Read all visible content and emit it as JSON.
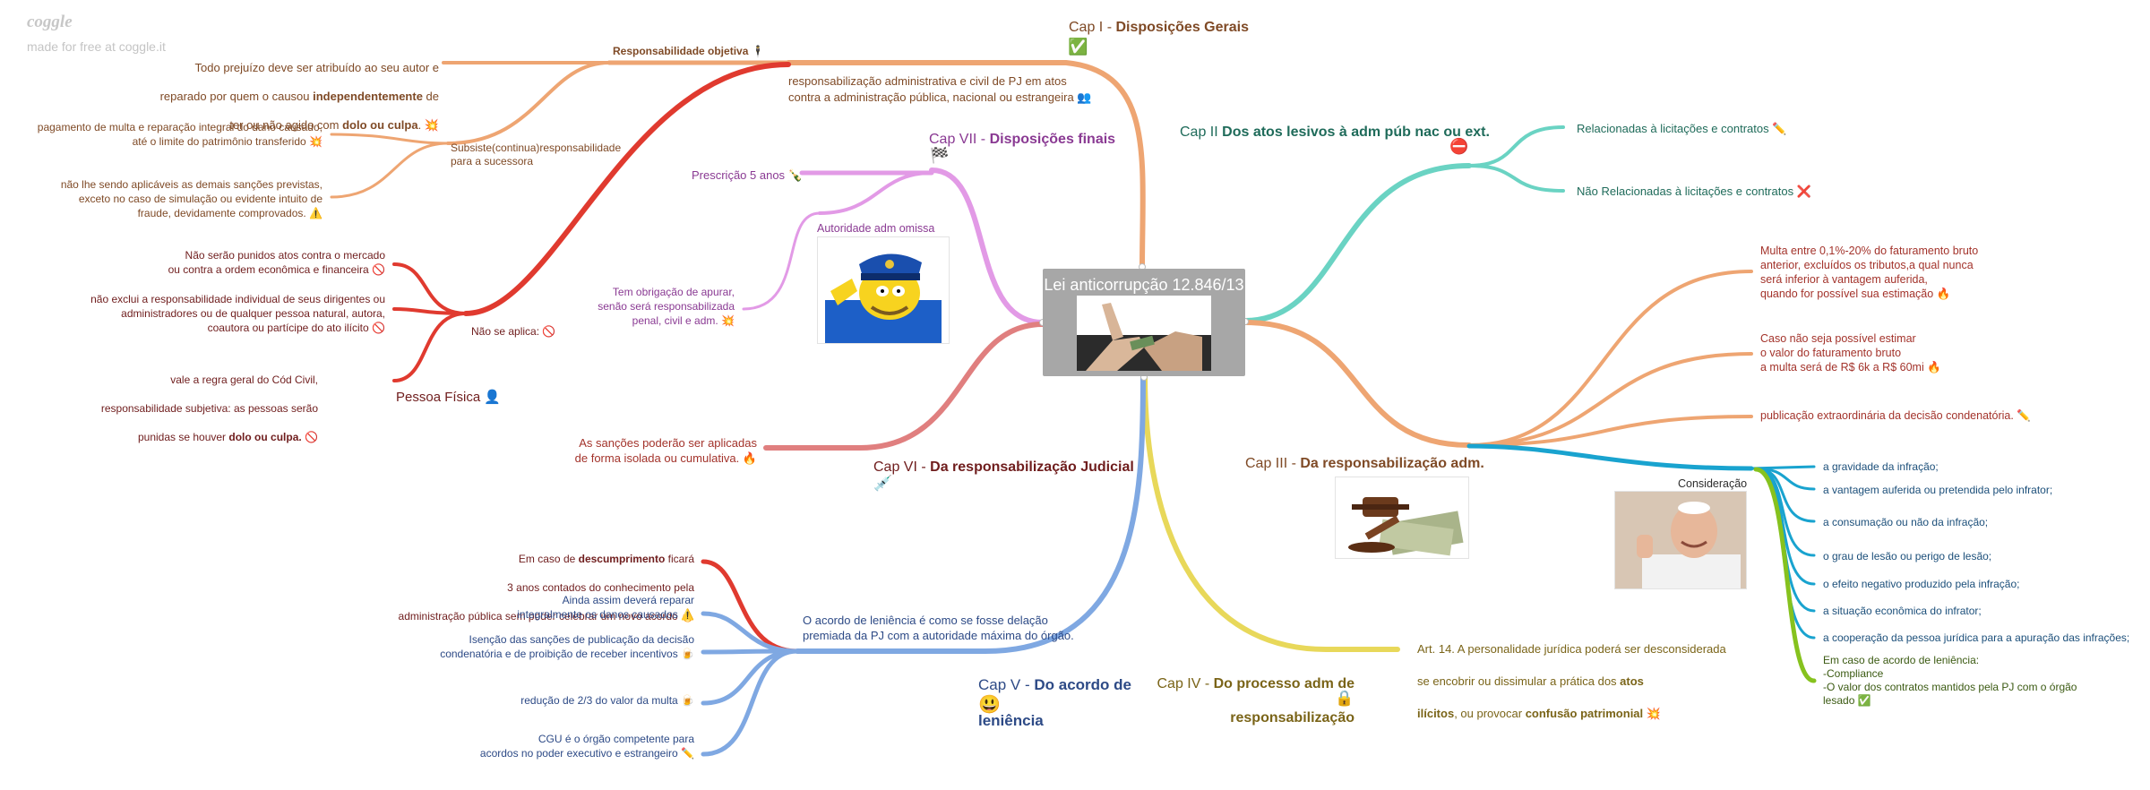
{
  "brand": {
    "name": "coggle",
    "subtitle": "made for free at coggle.it"
  },
  "central": {
    "title": "Lei anticorrupção 12.846/13"
  },
  "colors": {
    "cap1": "#eea572",
    "cap2": "#6ad3c3",
    "cap3": "#eea572",
    "cap3_branch": "#19a3cf",
    "cap4": "#e8d85a",
    "cap5": "#7fa8e2",
    "cap6": "#e07f7f",
    "cap7": "#e29ae6",
    "red": "#e03a2f",
    "green": "#86c21e",
    "text_brown": "#7f4a26",
    "text_teal": "#1f6b5a",
    "text_purple": "#8a3a93",
    "text_blue": "#2d4a86",
    "text_olive": "#7a6418",
    "text_dark_red": "#6f1d1d",
    "text_red": "#a3332b"
  },
  "cap1": {
    "prefix": "Cap I - ",
    "title": "Disposições Gerais",
    "emoji": "✅",
    "resp_objetiva": "Responsabilidade objetiva",
    "resp_objetiva_emoji": "🕴",
    "prejuizo_l1": "Todo prejuízo deve ser atribuído ao seu autor e",
    "prejuizo_l2_a": "reparado por quem o causou ",
    "prejuizo_l2_b": "independentemente",
    "prejuizo_l2_c": " de",
    "prejuizo_l3_a": "ter ou não agido com ",
    "prejuizo_l3_b": "dolo ou culpa",
    "prejuizo_l3_c": ". ",
    "prejuizo_emoji": "💥",
    "pj_adm": "responsabilização administrativa e civil de PJ em atos\ncontra a administração pública, nacional ou estrangeira",
    "pj_adm_emoji": "👥",
    "subsiste": "Subsiste(continua)responsabilidade\npara a sucessora",
    "multa": "pagamento de multa e reparação integral do dano causado,\naté o limite do patrimônio transferido",
    "multa_emoji": "💥",
    "sancoes": "não lhe sendo aplicáveis as demais sanções previstas,\nexceto no caso de simulação ou evidente intuito de\nfraude, devidamente comprovados.",
    "sancoes_emoji": "⚠️",
    "nao_aplica": "Não se aplica:",
    "nao_aplica_emoji": "🚫",
    "nao_punidos": "Não serão punidos atos contra o mercado\nou contra a ordem econômica e financeira",
    "nao_punidos_emoji": "🚫",
    "nao_exclui": "não exclui a responsabilidade individual de seus dirigentes ou\nadministradores ou de qualquer pessoa natural, autora,\ncoautora ou partícipe do ato ilícito",
    "nao_exclui_emoji": "🚫",
    "vale_l1": "vale a regra geral do Cód Civil,",
    "vale_l2": "responsabilidade subjetiva: as pessoas serão",
    "vale_l3_a": "punidas se houver ",
    "vale_l3_b": "dolo ou culpa.",
    "vale_emoji": "🚫",
    "pessoa_fisica": "Pessoa Física",
    "pessoa_fisica_emoji": "👤"
  },
  "cap2": {
    "prefix": "Cap II ",
    "title": "Dos atos lesivos à adm púb nac ou ext.",
    "emoji": "⛔",
    "relacionadas": "Relacionadas à licitações e contratos",
    "relacionadas_emoji": "✏️",
    "nao_relacionadas": "Não Relacionadas à licitações e contratos",
    "nao_relacionadas_emoji": "❌"
  },
  "cap3": {
    "prefix": "Cap III - ",
    "title": "Da responsabilização adm.",
    "multa": "Multa entre 0,1%-20% do faturamento bruto\nanterior, excluídos os tributos,a qual nunca\nserá inferior à vantagem auferida,\nquando for possível sua estimação",
    "multa_emoji": "🔥",
    "caso_nao": "Caso não seja possível estimar\no valor do faturamento bruto\na multa será de R$ 6k a R$ 60mi",
    "caso_nao_emoji": "🔥",
    "publicacao": "publicação extraordinária da decisão condenatória.",
    "publicacao_emoji": "✏️",
    "consideracao": "Consideração",
    "items": [
      "a gravidade da infração;",
      "a vantagem auferida ou pretendida pelo infrator;",
      "a consumação ou não da infração;",
      "o grau de lesão ou perigo de lesão;",
      "o efeito negativo produzido pela infração;",
      "a situação econômica do infrator;",
      "a cooperação da pessoa jurídica para a apuração das infrações;"
    ],
    "leniencia": "Em caso de acordo de leniência:\n-Compliance\n-O valor dos contratos mantidos pela PJ com o órgão\nlesado",
    "leniencia_emoji": "✅"
  },
  "cap4": {
    "prefix": "Cap IV - ",
    "title_l1": "Do processo adm de",
    "title_l2": "responsabilização",
    "emoji": "🔒",
    "art14_l1": "Art. 14. A personalidade jurídica poderá ser desconsiderada",
    "art14_l2_a": "se encobrir ou dissimular a prática dos ",
    "art14_l2_b": "atos",
    "art14_l3_a": "ilícitos",
    "art14_l3_b": ", ou provocar ",
    "art14_l3_c": "confusão patrimonial",
    "art14_emoji": "💥"
  },
  "cap5": {
    "prefix": "Cap V - ",
    "title_l1": "Do acordo de",
    "title_l2": "leniência",
    "emoji": "😃",
    "acordo": "O acordo de leniência é como se fosse delação\npremiada da PJ com a autoridade máxima do órgão.",
    "desc_l1_a": "Em caso de ",
    "desc_l1_b": "descumprimento",
    "desc_l1_c": " ficará",
    "desc_l2": "3 anos contados do conhecimento pela",
    "desc_l3": "administração pública sem poder celebrar um novo acordo",
    "desc_emoji": "🔥",
    "reparar": "Ainda assim deverá reparar\nintegralmente os danos causados",
    "reparar_emoji": "⚠️",
    "isencao": "Isenção das sanções de publicação da decisão\ncondenatória e de proibição de receber incentivos",
    "isencao_emoji": "🍺",
    "reducao": "redução de 2/3 do valor da multa",
    "reducao_emoji": "🍺",
    "cgu": "CGU é o órgão competente para\nacordos no poder executivo e estrangeiro",
    "cgu_emoji": "✏️"
  },
  "cap6": {
    "prefix": "Cap VI - ",
    "title": "Da responsabilização Judicial",
    "emoji": "💉",
    "sancoes": "As sanções poderão ser aplicadas\nde forma isolada ou cumulativa.",
    "sancoes_emoji": "🔥"
  },
  "cap7": {
    "prefix": "Cap VII - ",
    "title": "Disposições finais",
    "emoji": "🏁",
    "prescricao": "Prescrição 5 anos",
    "prescricao_emoji": "🍾",
    "autoridade": "Autoridade adm omissa",
    "obrigacao": "Tem obrigação de apurar,\nsenão será responsabilizada\npenal, civil e adm.",
    "obrigacao_emoji": "💥"
  }
}
